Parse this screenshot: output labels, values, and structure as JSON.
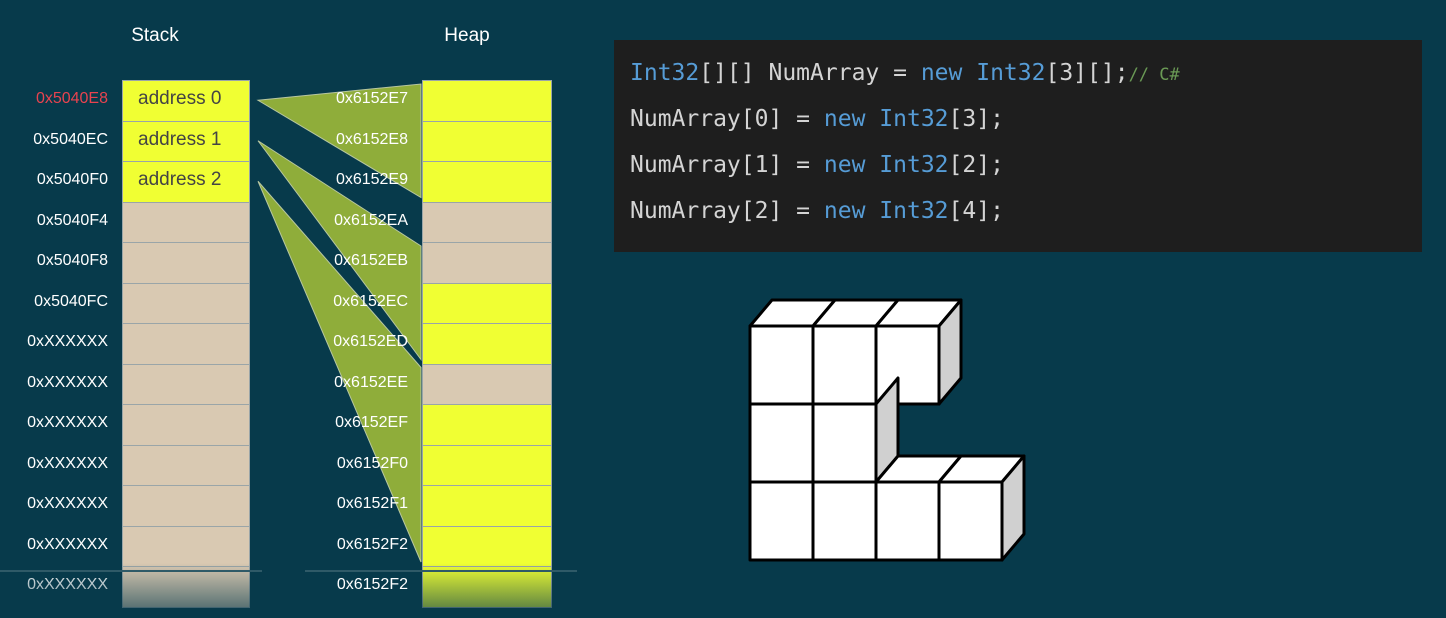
{
  "stack": {
    "title": "Stack",
    "addresses": [
      "0x5040E8",
      "0x5040EC",
      "0x5040F0",
      "0x5040F4",
      "0x5040F8",
      "0x5040FC",
      "0xXXXXXX",
      "0xXXXXXX",
      "0xXXXXXX",
      "0xXXXXXX",
      "0xXXXXXX",
      "0xXXXXXX",
      "0xXXXXXX"
    ],
    "highlighted_address_color": "#e8434f",
    "cells": [
      "address 0",
      "address 1",
      "address 2",
      "",
      "",
      "",
      "",
      "",
      "",
      "",
      "",
      "",
      ""
    ],
    "filled_color": "#f0ff33",
    "empty_color": "#d9c9b2"
  },
  "heap": {
    "title": "Heap",
    "addresses": [
      "0x6152E7",
      "0x6152E8",
      "0x6152E9",
      "0x6152EA",
      "0x6152EB",
      "0x6152EC",
      "0x6152ED",
      "0x6152EE",
      "0x6152EF",
      "0x6152F0",
      "0x6152F1",
      "0x6152F2",
      "0x6152F2"
    ],
    "cell_colors": [
      "#f0ff33",
      "#f0ff33",
      "#f0ff33",
      "#d9c9b2",
      "#d9c9b2",
      "#f0ff33",
      "#f0ff33",
      "#d9c9b2",
      "#f0ff33",
      "#f0ff33",
      "#f0ff33",
      "#f0ff33",
      "#f0ff33"
    ]
  },
  "pointers": {
    "color": "#8fad3a",
    "links": [
      {
        "from": 0,
        "to_start": 0,
        "to_end": 2
      },
      {
        "from": 1,
        "to_start": 4,
        "to_end": 6
      },
      {
        "from": 2,
        "to_start": 7,
        "to_end": 11
      }
    ]
  },
  "code": {
    "language_comment": "// C#",
    "lines": [
      [
        {
          "t": "Int32",
          "k": "kw"
        },
        {
          "t": "[][] NumArray = ",
          "k": ""
        },
        {
          "t": "new",
          "k": "kw"
        },
        {
          "t": " ",
          "k": ""
        },
        {
          "t": "Int32",
          "k": "kw"
        },
        {
          "t": "[3][];",
          "k": ""
        },
        {
          "t": "// C#",
          "k": "cm"
        }
      ],
      [
        {
          "t": "NumArray[0] = ",
          "k": ""
        },
        {
          "t": "new",
          "k": "kw"
        },
        {
          "t": " ",
          "k": ""
        },
        {
          "t": "Int32",
          "k": "kw"
        },
        {
          "t": "[3];",
          "k": ""
        }
      ],
      [
        {
          "t": "NumArray[1] = ",
          "k": ""
        },
        {
          "t": "new",
          "k": "kw"
        },
        {
          "t": " ",
          "k": ""
        },
        {
          "t": "Int32",
          "k": "kw"
        },
        {
          "t": "[2];",
          "k": ""
        }
      ],
      [
        {
          "t": "NumArray[2] = ",
          "k": ""
        },
        {
          "t": "new",
          "k": "kw"
        },
        {
          "t": " ",
          "k": ""
        },
        {
          "t": "Int32",
          "k": "kw"
        },
        {
          "t": "[4];",
          "k": ""
        }
      ]
    ]
  },
  "jagged_illustration": {
    "row_lengths": [
      3,
      2,
      4
    ],
    "face_color": "#ffffff",
    "side_color": "#d0d0d0",
    "edge_color": "#000000"
  }
}
